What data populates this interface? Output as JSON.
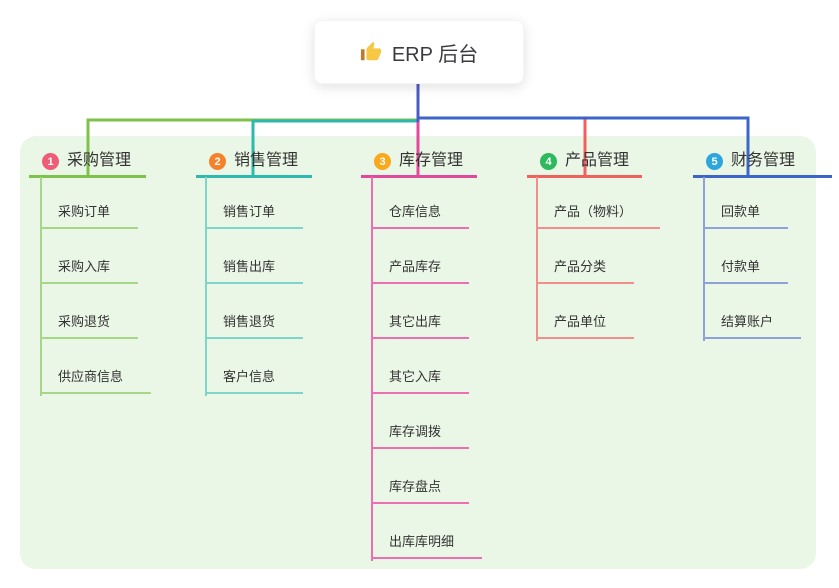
{
  "root": {
    "title": "ERP 后台",
    "icon": "thumbs-up-icon",
    "icon_colors": {
      "hand": "#F7C843",
      "cuff": "#BE7A30"
    }
  },
  "colors": {
    "panel_bg": "#EAF6E6",
    "root_line": "#4A5BC8",
    "text": "#333333"
  },
  "branches": [
    {
      "num": "1",
      "label": "采购管理",
      "badge_color": "#EE5D75",
      "line_color": "#7EC14B",
      "sub_line_color": "#A6D789",
      "children": [
        "采购订单",
        "采购入库",
        "采购退货",
        "供应商信息"
      ]
    },
    {
      "num": "2",
      "label": "销售管理",
      "badge_color": "#F5822B",
      "line_color": "#2FB9AE",
      "sub_line_color": "#7FD4CB",
      "children": [
        "销售订单",
        "销售出库",
        "销售退货",
        "客户信息"
      ]
    },
    {
      "num": "3",
      "label": "库存管理",
      "badge_color": "#F9A91B",
      "line_color": "#E2499D",
      "sub_line_color": "#EC6FB4",
      "children": [
        "仓库信息",
        "产品库存",
        "其它出库",
        "其它入库",
        "库存调拨",
        "库存盘点",
        "出库库明细"
      ]
    },
    {
      "num": "4",
      "label": "产品管理",
      "badge_color": "#2EB95E",
      "line_color": "#F2605C",
      "sub_line_color": "#F28E8C",
      "children": [
        "产品（物料）",
        "产品分类",
        "产品单位"
      ]
    },
    {
      "num": "5",
      "label": "财务管理",
      "badge_color": "#2CA6DC",
      "line_color": "#3D64C8",
      "sub_line_color": "#8FA2D8",
      "children": [
        "回款单",
        "付款单",
        "结算账户"
      ]
    }
  ]
}
